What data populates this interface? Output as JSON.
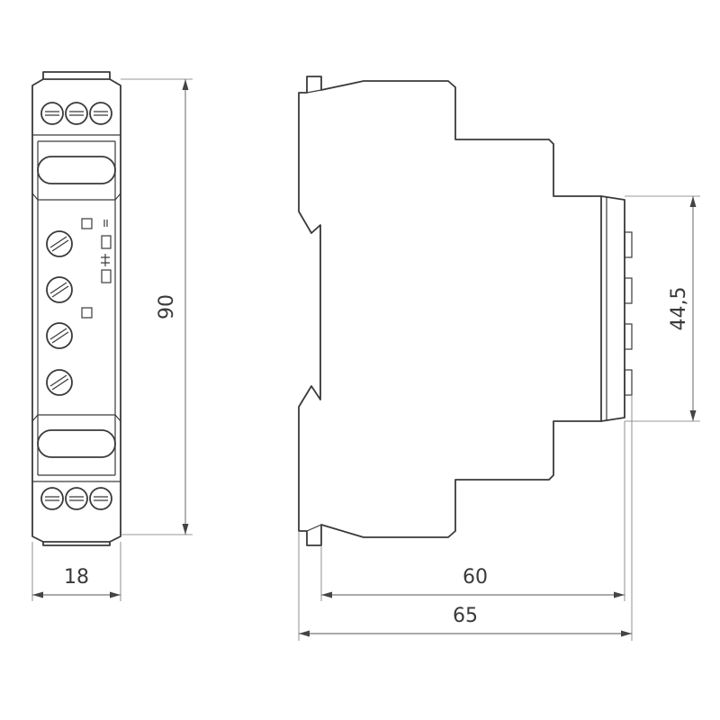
{
  "dimensions": {
    "front_width": "18",
    "front_height": "90",
    "side_depth_inner": "60",
    "side_depth_total": "65",
    "side_face_height": "44,5"
  },
  "colors": {
    "line": "#3a3a3a",
    "dimension": "#555555",
    "background": "#ffffff"
  }
}
